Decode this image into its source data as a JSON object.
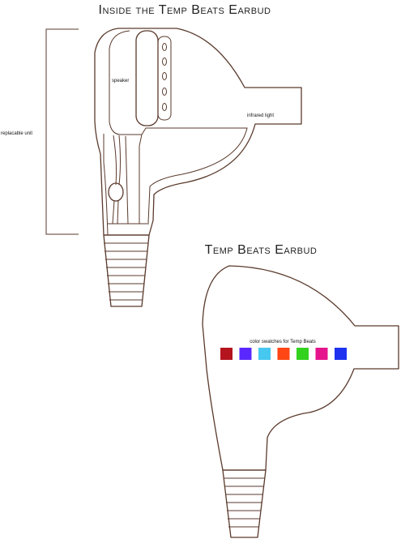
{
  "top_title": "Inside the Temp Beats Earbud",
  "bottom_title": "Temp Beats Earbud",
  "labels": {
    "replacable_unit": "replacable unit",
    "speaker": "speaker",
    "infrared_light": "infrared light",
    "color_swatches": "color swatches for Temp Beats"
  },
  "swatches": [
    {
      "name": "dark-red",
      "color": "#b4141e"
    },
    {
      "name": "violet",
      "color": "#5a28ff"
    },
    {
      "name": "cyan",
      "color": "#46c8f0"
    },
    {
      "name": "orange",
      "color": "#ff4614"
    },
    {
      "name": "green",
      "color": "#32d21e"
    },
    {
      "name": "magenta",
      "color": "#e6148c"
    },
    {
      "name": "blue",
      "color": "#1e32f0"
    }
  ]
}
